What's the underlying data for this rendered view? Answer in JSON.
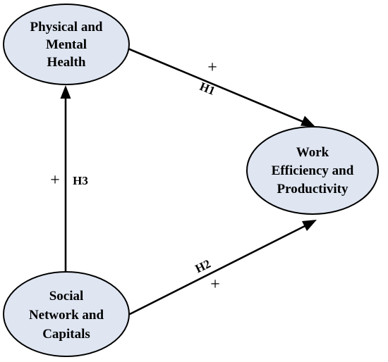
{
  "nodes": {
    "health": {
      "lines": [
        "Physical and",
        "Mental",
        "Health"
      ]
    },
    "work": {
      "lines": [
        "Work",
        "Efficiency and",
        "Productivity"
      ]
    },
    "social": {
      "lines": [
        "Social",
        "Network and",
        "Capitals"
      ]
    }
  },
  "edges": {
    "h1": {
      "label": "H1",
      "sign": "+"
    },
    "h2": {
      "label": "H2",
      "sign": "+"
    },
    "h3": {
      "label": "H3",
      "sign": "+"
    }
  },
  "colors": {
    "node_fill": "#dfe6f2",
    "stroke": "#000000"
  }
}
